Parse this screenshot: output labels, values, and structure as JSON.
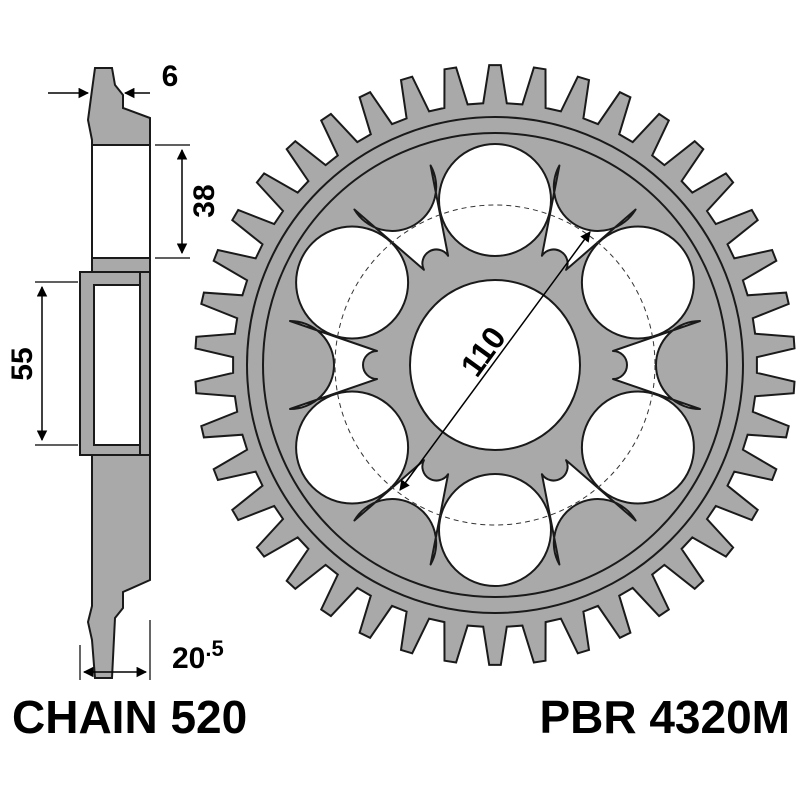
{
  "colors": {
    "part_fill": "#a9a9a9",
    "outline": "#1a1a1a",
    "background": "#ffffff",
    "hole_fill": "#ffffff"
  },
  "dimensions": {
    "thickness": "6",
    "hub_width": "38",
    "bore_depth": "55",
    "offset_main": "20",
    "offset_sup": ".5",
    "pcd": "110"
  },
  "labels": {
    "chain": "CHAIN 520",
    "part_number": "PBR 4320M"
  },
  "sprocket": {
    "teeth": 42,
    "carrier_holes": 6,
    "lightening_cutouts": 6
  }
}
